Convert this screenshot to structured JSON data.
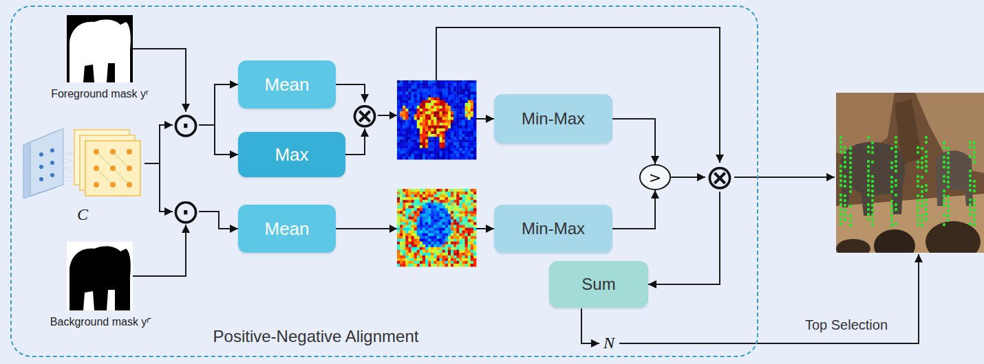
{
  "diagram": {
    "nodes": [
      {
        "text": [
          "Positive-Negative Alignment"
        ]
      },
      {
        "text": [
          "Foreground mask yʳ"
        ],
        "in": 0
      },
      {
        "text": [
          "C"
        ],
        "in": 0
      },
      {
        "text": [
          "Background mask yʳ̄"
        ],
        "in": 0
      },
      {
        "text": [
          "⊙"
        ],
        "in": 0
      },
      {
        "text": [
          "⊙"
        ],
        "in": 0
      },
      {
        "text": [
          "Mean"
        ],
        "in": 0
      },
      {
        "text": [
          "Max"
        ],
        "in": 0
      },
      {
        "text": [
          "Mean"
        ],
        "in": 0
      },
      {
        "text": [
          "⊗"
        ],
        "in": 0
      },
      {
        "text": [
          "Min-Max"
        ],
        "in": 0
      },
      {
        "text": [
          "Min-Max"
        ],
        "in": 0
      },
      {
        "text": [
          ">"
        ],
        "in": 0
      },
      {
        "text": [
          "⊗"
        ],
        "in": 0
      },
      {
        "text": [
          "Sum"
        ],
        "in": 0
      }
    ],
    "edges": [
      {
        "from": 1,
        "to": 4,
        "arrow": "to"
      },
      {
        "from": 2,
        "to": 4,
        "arrow": "to"
      },
      {
        "from": 2,
        "to": 5,
        "arrow": "to"
      },
      {
        "from": 3,
        "to": 5,
        "arrow": "to"
      },
      {
        "from": 4,
        "to": 6,
        "arrow": "to"
      },
      {
        "from": 4,
        "to": 7,
        "arrow": "to"
      },
      {
        "from": 5,
        "to": 8,
        "arrow": "to"
      },
      {
        "from": 6,
        "to": 9,
        "arrow": "to"
      },
      {
        "from": 7,
        "to": 9,
        "arrow": "to"
      },
      {
        "from": 9,
        "to": 10,
        "arrow": "to"
      },
      {
        "from": 9,
        "to": 13,
        "arrow": "to"
      },
      {
        "from": 8,
        "to": 11,
        "arrow": "to"
      },
      {
        "from": 10,
        "to": 12,
        "arrow": "to"
      },
      {
        "from": 11,
        "to": 12,
        "arrow": "to"
      },
      {
        "from": 12,
        "to": 13,
        "arrow": "to"
      },
      {
        "from": 13,
        "to": 14,
        "arrow": "to"
      }
    ],
    "labels": [
      "N",
      "Top Selection"
    ]
  }
}
